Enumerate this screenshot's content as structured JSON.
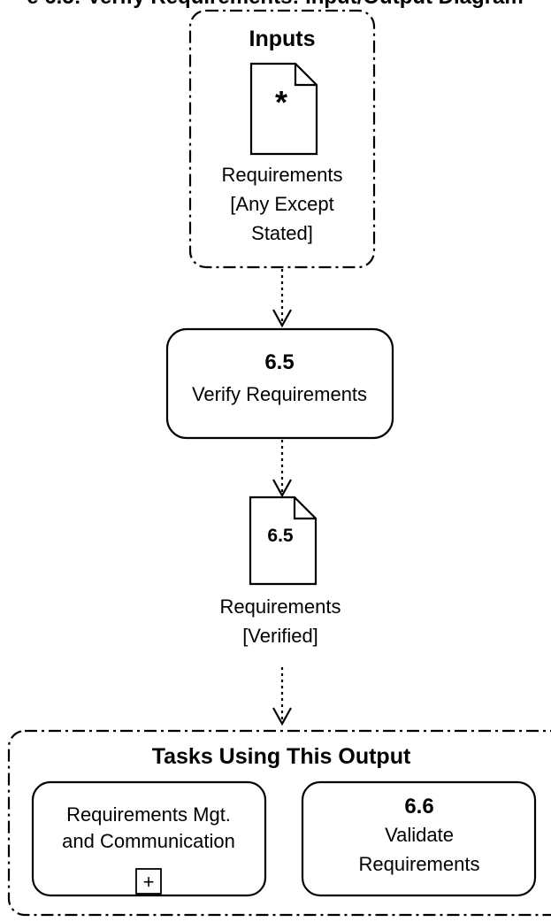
{
  "header": {
    "partial_text": "e 6.5: Verify Requirements: Input/Output Diagram"
  },
  "inputs": {
    "title": "Inputs",
    "doc_symbol": "*",
    "doc_label_lines": [
      "Requirements",
      "[Any Except",
      "Stated]"
    ]
  },
  "task": {
    "number": "6.5",
    "name": "Verify Requirements"
  },
  "output": {
    "doc_symbol": "6.5",
    "label_lines": [
      "Requirements",
      "[Verified]"
    ]
  },
  "tasks_using": {
    "title": "Tasks Using This Output",
    "items": [
      {
        "lines": [
          "Requirements Mgt.",
          "and Communication"
        ],
        "expand_symbol": "+"
      },
      {
        "number": "6.6",
        "lines": [
          "Validate",
          "Requirements"
        ]
      }
    ]
  }
}
